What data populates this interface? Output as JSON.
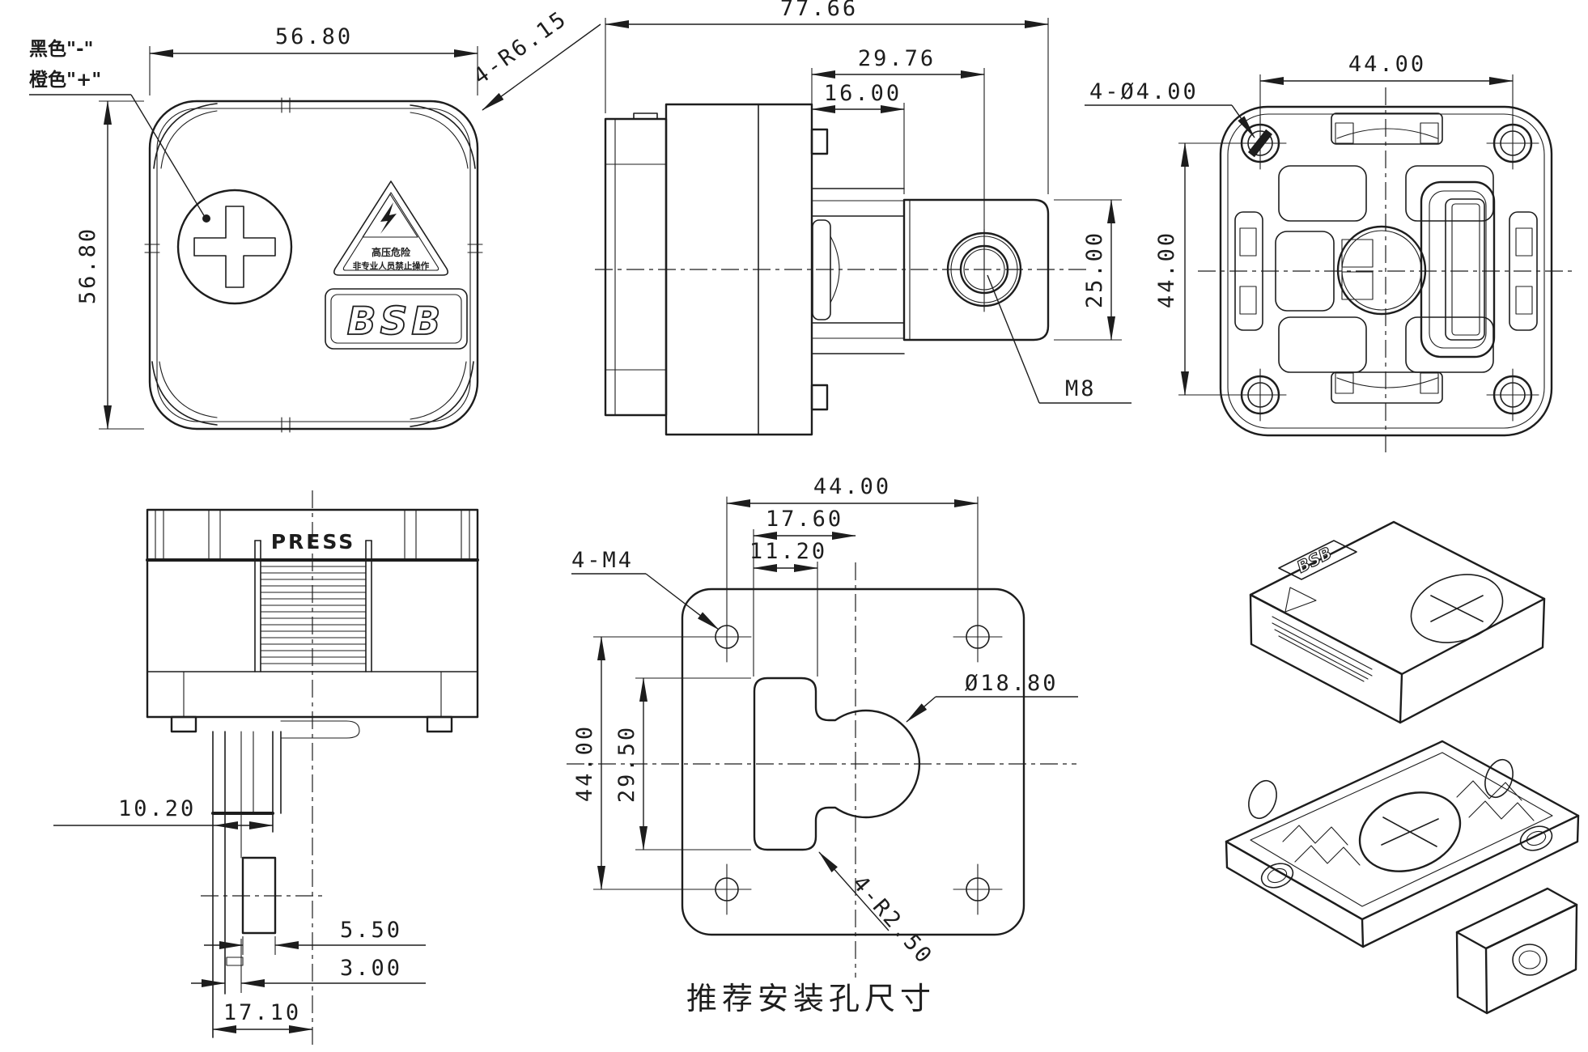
{
  "colors": {
    "background": "#ffffff",
    "line": "#1d1d1d"
  },
  "front_view": {
    "size_width": "56.80",
    "size_height": "56.80",
    "corner_radius_label": "4-R6.15",
    "wire_negative_label": "黑色\"-\"",
    "wire_positive_label": "橙色\"+\"",
    "warning_line1": "高压危险",
    "warning_line2": "非专业人员禁止操作",
    "logo": "BSB"
  },
  "side_view": {
    "overall_length": "77.66",
    "terminal_center_offset": "29.76",
    "boot_length": "16.00",
    "terminal_plate_height": "25.00",
    "stud_thread_label": "M8"
  },
  "back_view": {
    "hole_pitch_horizontal": "44.00",
    "hole_pitch_vertical": "44.00",
    "mounting_holes_label": "4-Ø4.00"
  },
  "press_view": {
    "button_label": "PRESS",
    "stem_width": "10.20",
    "plate_thickness": "5.50",
    "wall_thickness": "3.00",
    "stem_overall": "17.10"
  },
  "mounting_view": {
    "hole_pitch_horizontal": "44.00",
    "hole_pitch_vertical": "44.00",
    "cutout_center_offset": "17.60",
    "cutout_width": "11.20",
    "cutout_height": "29.50",
    "bulge_diameter": "Ø18.80",
    "tapped_holes_label": "4-M4",
    "corner_radius_label": "4-R2.50",
    "caption": "推荐安装孔尺寸"
  },
  "isometric_view": {
    "logo": "BSB"
  }
}
